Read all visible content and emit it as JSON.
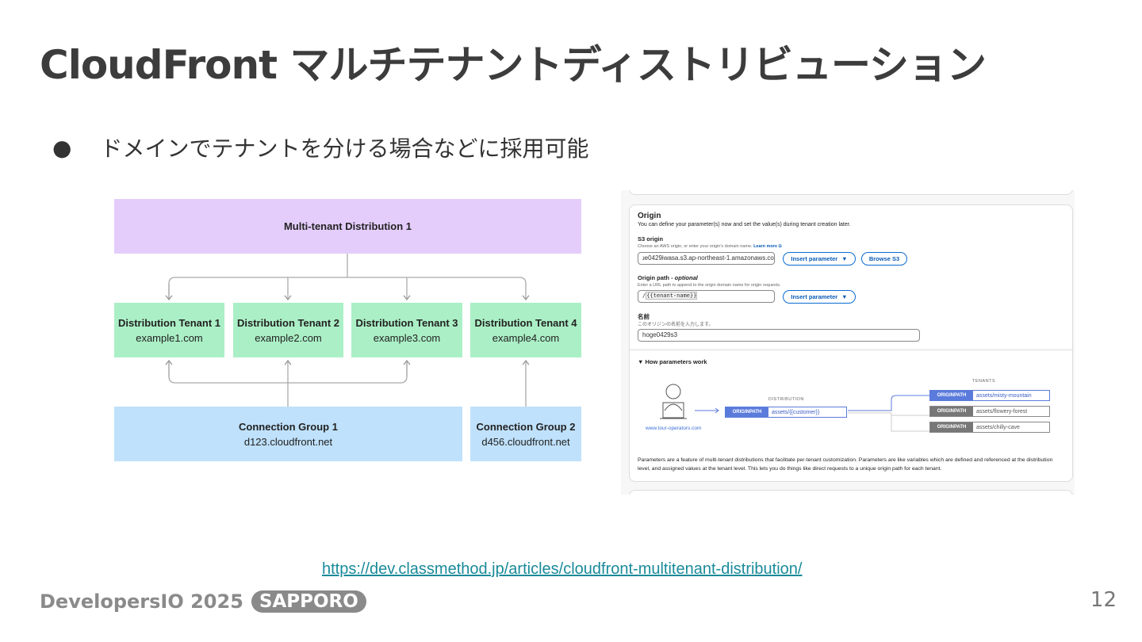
{
  "title": "CloudFront マルチテナントディストリビューション",
  "bullet": "ドメインでテナントを分ける場合などに採用可能",
  "diagram": {
    "distribution": "Multi-tenant Distribution 1",
    "tenants": [
      {
        "name": "Distribution Tenant 1",
        "domain": "example1.com"
      },
      {
        "name": "Distribution Tenant 2",
        "domain": "example2.com"
      },
      {
        "name": "Distribution Tenant 3",
        "domain": "example3.com"
      },
      {
        "name": "Distribution Tenant 4",
        "domain": "example4.com"
      }
    ],
    "groups": [
      {
        "name": "Connection Group 1",
        "domain": "d123.cloudfront.net"
      },
      {
        "name": "Connection Group 2",
        "domain": "d456.cloudfront.net"
      }
    ]
  },
  "console": {
    "heading": "Origin",
    "desc": "You can define your parameter(s) now and set the value(s) during tenant creation later.",
    "s3_label": "S3 origin",
    "s3_help": "Choose an AWS origin, or enter your origin's domain name.",
    "learn_more": "Learn more",
    "s3_value": "ɹe0429iwasa.s3.ap-northeast-1.amazonaws.com",
    "insert_parameter": "Insert parameter",
    "browse_s3": "Browse S3",
    "path_label": "Origin path - ",
    "path_optional": "optional",
    "path_help": "Enter a URL path to append to the origin domain name for origin requests.",
    "path_prefix": "/",
    "path_value": "{{tenant-name}}",
    "name_label": "名前",
    "name_help": "このオリジンの名前を入力します。",
    "name_value": "hoge0429s3",
    "how_title": "How parameters work",
    "user_site": "www.tour-operators.com",
    "distribution_label": "DISTRIBUTION",
    "tenants_label": "TENANTS",
    "originpath": "ORIGINPATH",
    "dist_path": "assets/{{customer}}",
    "tenant_paths": [
      "assets/misty-mountain",
      "assets/flowery-forest",
      "assets/chilly-cave"
    ],
    "explain": "Parameters are a feature of multi-tenant distributions that facilitate per-tenant customization. Parameters are like variables which are defined and referenced at the distribution level, and assigned values at the tenant level. This lets you do things like direct requests to a unique origin path for each tenant."
  },
  "link": "https://dev.classmethod.jp/articles/cloudfront-multitenant-distribution/",
  "footer": {
    "brand": "DevelopersIO 2025",
    "badge": "SAPPORO",
    "page": "12"
  }
}
